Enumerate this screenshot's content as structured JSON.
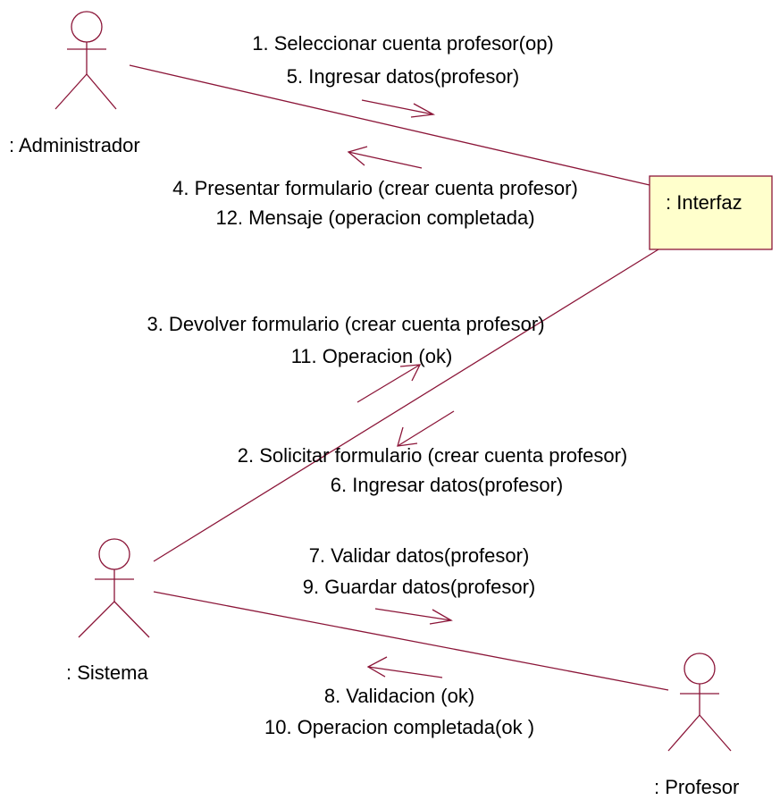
{
  "colors": {
    "line": "#8b1538",
    "interface_fill": "#ffffcc",
    "text": "#000000"
  },
  "actors": {
    "administrador": ": Administrador",
    "sistema": ": Sistema",
    "profesor": ": Profesor"
  },
  "interface_box": {
    "label": ": Interfaz"
  },
  "messages": {
    "admin_to_interface": [
      "1. Seleccionar cuenta profesor(op)",
      "5. Ingresar datos(profesor)"
    ],
    "interface_to_admin": [
      "4. Presentar formulario (crear cuenta profesor)",
      "12. Mensaje (operacion completada)"
    ],
    "sistema_to_interface": [
      "3. Devolver formulario (crear cuenta profesor)",
      "11. Operacion (ok)"
    ],
    "interface_to_sistema": [
      "2. Solicitar formulario (crear cuenta profesor)",
      "6. Ingresar datos(profesor)"
    ],
    "sistema_to_profesor": [
      "7. Validar datos(profesor)",
      "9. Guardar datos(profesor)"
    ],
    "profesor_to_sistema": [
      "8. Validacion (ok)",
      "10. Operacion completada(ok )"
    ]
  }
}
